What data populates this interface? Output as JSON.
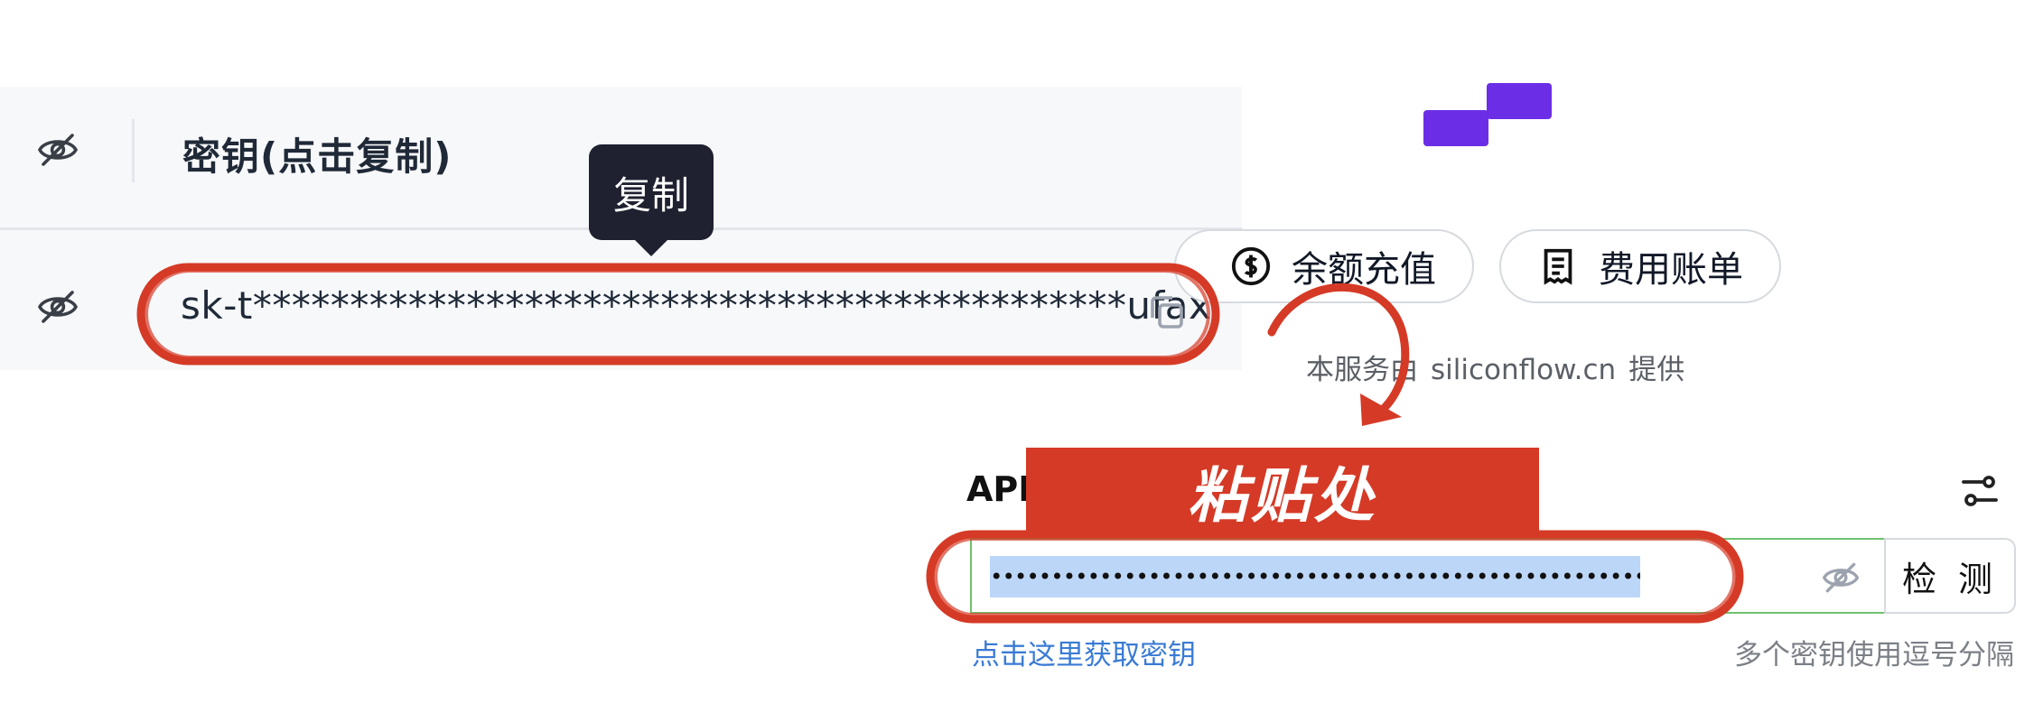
{
  "key_table": {
    "header_label": "密钥(点击复制)",
    "key_value": "sk-t*********************************************ufax",
    "tooltip": "复制"
  },
  "actions": {
    "recharge_label": "余额充值",
    "billing_label": "费用账单"
  },
  "provider": {
    "prefix": "本服务由",
    "domain": "siliconflow.cn",
    "suffix": "提供"
  },
  "api_section": {
    "label": "API",
    "paste_banner": "粘贴处",
    "input_value": "••••••••••••••••••••••••••••••••••••••••••••••••••••••",
    "detect_button": "检 测",
    "get_key_link": "点击这里获取密钥",
    "hint": "多个密钥使用逗号分隔"
  },
  "colors": {
    "brand": "#6b2ee6",
    "annotation_red": "#d53a26",
    "link_blue": "#3a7bd5",
    "valid_border": "#6fc26f"
  },
  "icons": [
    "eye-off-icon",
    "copy-icon",
    "dollar-icon",
    "receipt-icon",
    "settings-sliders-icon",
    "brand-logo"
  ]
}
